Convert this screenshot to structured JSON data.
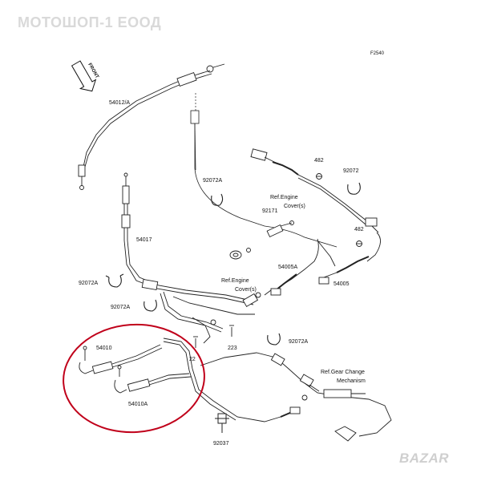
{
  "watermark": "МОТОШОП-1 ЕООД",
  "brand_mark": "BAZAR",
  "diagram": {
    "figure_code": "F2540",
    "front_label": "FRONT",
    "parts": {
      "p54012A": "54012/A",
      "p54017": "54017",
      "p92072A_a": "92072A",
      "p92072A_b": "92072A",
      "p92072A_c": "92072A",
      "p92072A_d": "92072A",
      "p92171": "92171",
      "p482_a": "482",
      "p482_b": "482",
      "p92072": "92072",
      "p54005A": "54005A",
      "p54005": "54005",
      "p223_a": "223",
      "p223_b": "22",
      "p54010": "54010",
      "p54010A": "54010A",
      "p92037": "92037"
    },
    "refs": {
      "engine_cover_1": [
        "Ref.Engine",
        "Cover(s)"
      ],
      "engine_cover_2": [
        "Ref.Engine",
        "Cover(s)"
      ],
      "gear_change": [
        "Ref.Gear Change",
        "Mechanism"
      ]
    },
    "highlight_color": "#c0001a"
  }
}
